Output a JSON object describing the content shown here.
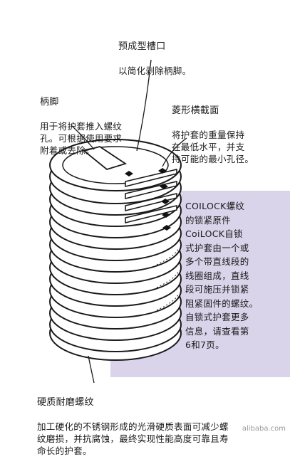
{
  "callouts": {
    "notch": {
      "title": "预成型槽口",
      "body": "以简化剥除柄脚。"
    },
    "tang": {
      "title": "柄脚",
      "body": "用于将护套推入螺纹\n孔。可根据使用要求\n附着或去除。"
    },
    "diamond": {
      "title": "菱形横截面",
      "body": "将护套的重量保持\n在最低水平，并支\n持可能的最小孔径。"
    },
    "coilock": {
      "text": "COILOCK螺纹\n的锁紧原件\nCoiLOCK自锁\n式护套由一个或\n多个带直线段的\n线圈组成，直线\n段可施压并锁紧\n阻紧固件的螺纹。\n自锁式护套更多\n信息，请查看第\n6和7页。"
    },
    "wear": {
      "title": "硬质耐磨螺纹",
      "body": "加工硬化的不锈钢形成的光滑硬质表面可减少螺\n纹磨损，并抗腐蚀，最终实现性能高度可靠且寿\n命长的护套。"
    }
  },
  "panel_color": "#d9d4ea",
  "watermark": "alibaba.com"
}
